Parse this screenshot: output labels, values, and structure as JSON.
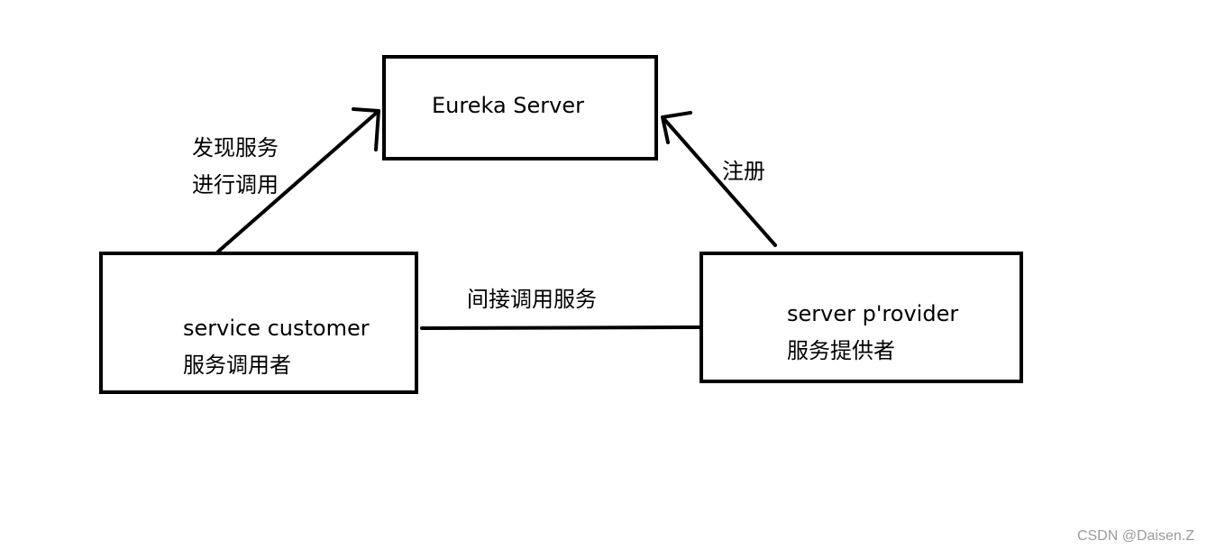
{
  "diagram": {
    "nodes": {
      "eureka": {
        "title": "Eureka Server"
      },
      "customer": {
        "title": "service customer",
        "subtitle": "服务调用者"
      },
      "provider": {
        "title": "server p'rovider",
        "subtitle": "服务提供者"
      }
    },
    "edges": {
      "discover": {
        "line1": "发现服务",
        "line2": "进行调用"
      },
      "register": {
        "label": "注册"
      },
      "indirect": {
        "label": "间接调用服务"
      }
    }
  },
  "watermark": "CSDN @Daisen.Z",
  "colors": {
    "stroke": "#000000",
    "background": "#ffffff",
    "watermark": "#9a9a9a"
  }
}
